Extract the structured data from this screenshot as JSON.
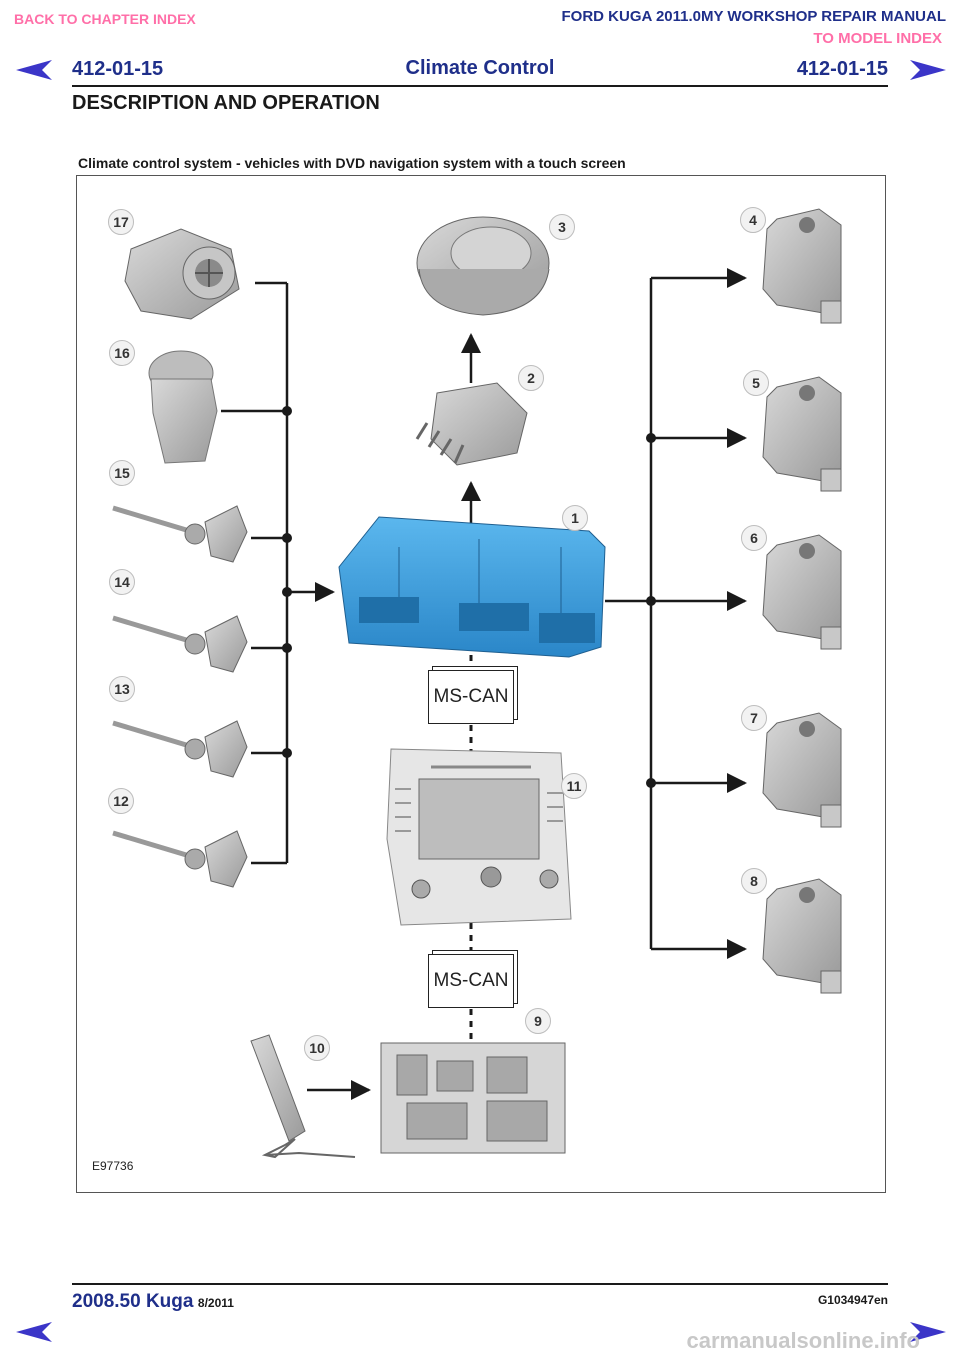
{
  "header": {
    "back_link": "BACK TO CHAPTER INDEX",
    "manual_title": "FORD KUGA 2011.0MY WORKSHOP REPAIR MANUAL",
    "model_link": "TO MODEL INDEX",
    "page_number_left": "412-01-15",
    "page_title": "Climate Control",
    "page_number_right": "412-01-15",
    "section_title": "DESCRIPTION AND OPERATION"
  },
  "figure": {
    "caption": "Climate control system - vehicles with DVD navigation system with a touch screen",
    "figure_id": "E97736",
    "bus_label_1": "MS-CAN",
    "bus_label_2": "MS-CAN",
    "callouts": [
      "1",
      "2",
      "3",
      "4",
      "5",
      "6",
      "7",
      "8",
      "9",
      "10",
      "11",
      "12",
      "13",
      "14",
      "15",
      "16",
      "17"
    ]
  },
  "footer": {
    "model_year": "2008.50 Kuga",
    "date": "8/2011",
    "doc_code": "G1034947en",
    "watermark": "carmanualsonline.info"
  },
  "colors": {
    "nav_arrow": "#3b35c8",
    "module_blue": "#3aa0e0",
    "title_blue": "#1f2f8a",
    "link_pink": "#ff6fa8"
  }
}
